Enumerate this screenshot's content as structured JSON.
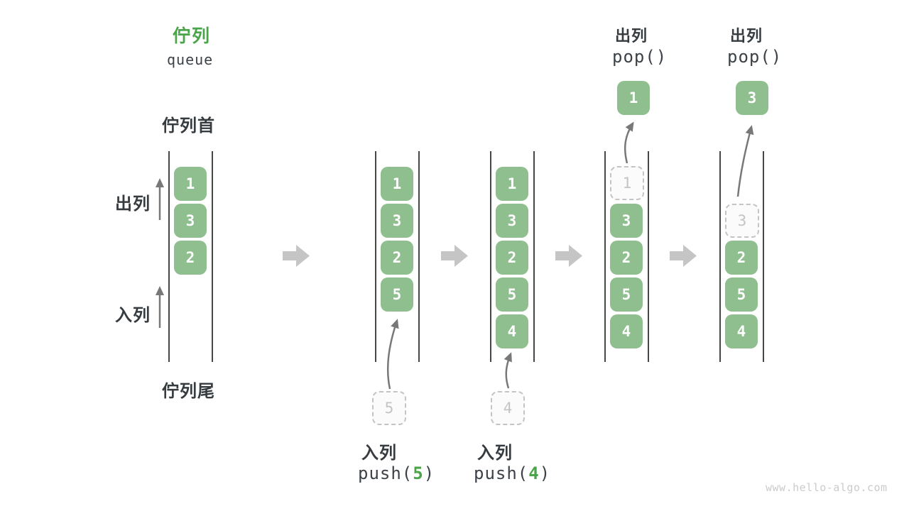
{
  "title": {
    "zh": "佇列",
    "en": "queue"
  },
  "labels": {
    "front": "佇列首",
    "rear": "佇列尾",
    "dequeue_side": "出列",
    "enqueue_side": "入列"
  },
  "columns": [
    {
      "cells": [
        {
          "value": "1"
        },
        {
          "value": "3"
        },
        {
          "value": "2"
        }
      ]
    },
    {
      "cells": [
        {
          "value": "1"
        },
        {
          "value": "3"
        },
        {
          "value": "2"
        },
        {
          "value": "5"
        }
      ]
    },
    {
      "cells": [
        {
          "value": "1"
        },
        {
          "value": "3"
        },
        {
          "value": "2"
        },
        {
          "value": "5"
        },
        {
          "value": "4"
        }
      ]
    },
    {
      "cells": [
        {
          "value": "1",
          "ghost": true
        },
        {
          "value": "3"
        },
        {
          "value": "2"
        },
        {
          "value": "5"
        },
        {
          "value": "4"
        }
      ]
    },
    {
      "cells": [
        {
          "value": "3",
          "ghost": true
        },
        {
          "value": "2"
        },
        {
          "value": "5"
        },
        {
          "value": "4"
        }
      ]
    }
  ],
  "operations": {
    "push_first": {
      "label": "入列",
      "code_open": "push(",
      "arg": "5",
      "code_close": ")",
      "ghost_value": "5"
    },
    "push_second": {
      "label": "入列",
      "code_open": "push(",
      "arg": "4",
      "code_close": ")",
      "ghost_value": "4"
    },
    "pop_first": {
      "label": "出列",
      "code": "pop()",
      "value": "1"
    },
    "pop_second": {
      "label": "出列",
      "code": "pop()",
      "value": "3"
    }
  },
  "watermark": "www.hello-algo.com",
  "colors": {
    "accent_green": "#4aa54a",
    "cell_green": "#8fbe8f",
    "flow_arrow_gray": "#c5c5c5",
    "thin_arrow_gray": "#787878",
    "ghost_gray": "#c4c4c4",
    "text_dark": "#363b40"
  }
}
